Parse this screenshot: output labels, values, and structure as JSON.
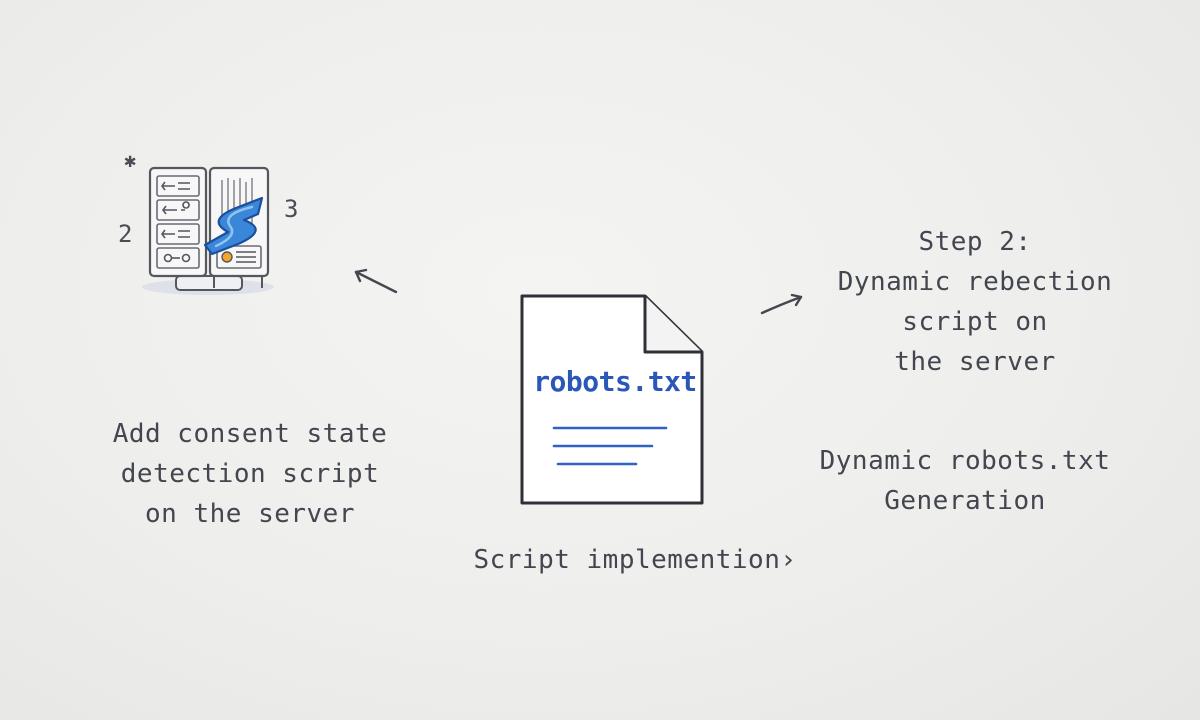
{
  "document": {
    "filename": "robots.txt"
  },
  "captions": {
    "left": [
      "Add consent state",
      "detection script",
      "on the server"
    ],
    "step2": [
      "Step 2:",
      "Dynamic rebection",
      "script on",
      "the server"
    ],
    "dynamic": [
      "Dynamic robots.txt",
      "Generation"
    ],
    "bottom": "Script implemention›"
  },
  "server_marks": {
    "left_number": "2",
    "right_number": "3",
    "star": "✱",
    "logo_letter": "S"
  },
  "colors": {
    "ink": "#43464f",
    "accent_blue": "#2a57b8",
    "logo_blue": "#3a86d8",
    "orange_dot": "#f2a527"
  },
  "icons": [
    "server-rack-icon",
    "script-logo-icon",
    "document-icon",
    "arrow-up-left-icon",
    "arrow-right-icon"
  ]
}
